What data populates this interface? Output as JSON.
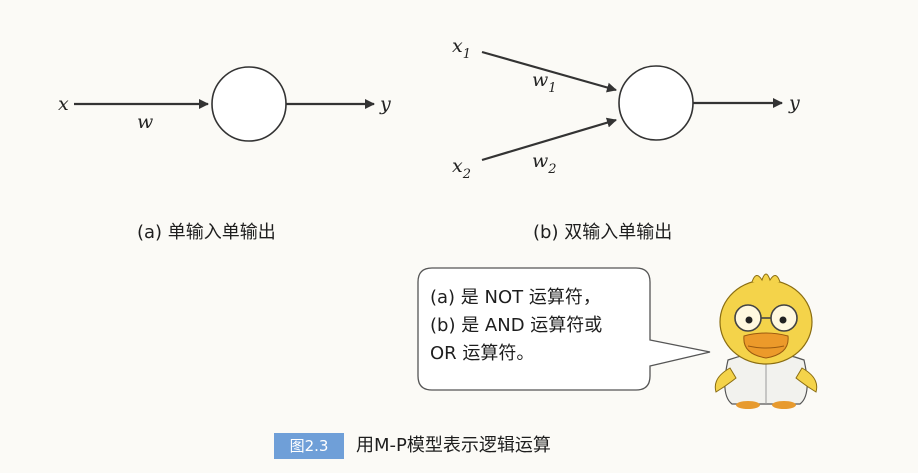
{
  "diagram_a": {
    "input": "x",
    "weight": "w",
    "output": "y",
    "caption": "(a) 单输入单输出"
  },
  "diagram_b": {
    "input1": "x",
    "input1_sub": "1",
    "input2": "x",
    "input2_sub": "2",
    "weight1": "w",
    "weight1_sub": "1",
    "weight2": "w",
    "weight2_sub": "2",
    "output": "y",
    "caption": "(b) 双输入单输出"
  },
  "bubble": {
    "lines": [
      "(a) 是 NOT 运算符，",
      "(b) 是 AND 运算符或",
      "OR 运算符。"
    ]
  },
  "figure": {
    "label": "图2.3",
    "title": "用M-P模型表示逻辑运算"
  },
  "colors": {
    "stroke": "#333333",
    "figure_label_bg": "#6f9fd8",
    "duck_body": "#f4d34a"
  }
}
